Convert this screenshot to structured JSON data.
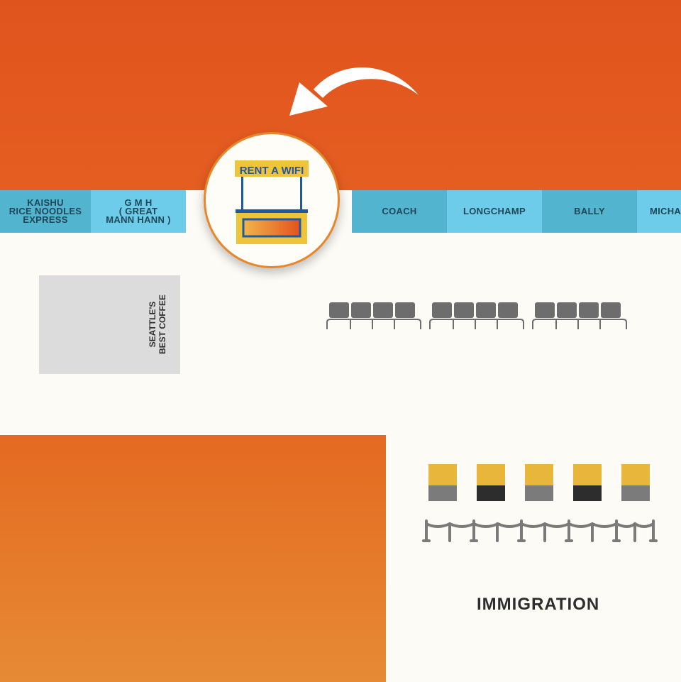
{
  "map": {
    "stores": [
      {
        "name": "KAISHU\nRICE NOODLES\nEXPRESS"
      },
      {
        "name": "G M H\n( GREAT\nMANN HANN )"
      },
      {
        "name": "COACH"
      },
      {
        "name": "LONGCHAMP"
      },
      {
        "name": "BALLY"
      },
      {
        "name": "MICHA"
      }
    ],
    "wifi_booth": {
      "label": "RENT A WIFI"
    },
    "coffee_shop": {
      "label": "SEATTLE'S\nBEST COFFEE"
    },
    "immigration": {
      "label": "IMMIGRATION"
    },
    "seating_groups": 3,
    "counters": 5
  },
  "colors": {
    "orange_top": "#e0531d",
    "orange_block": "#e46a21",
    "store_dark": "#52b4cf",
    "store_light": "#6ccce9",
    "booth_yellow": "#f0c43a",
    "booth_blue": "#1f5aa0",
    "seat_gray": "#6d6d6d",
    "counter_yellow": "#e8b63a",
    "counter_dark": "#2d2d2d"
  },
  "icons": [
    "curved-arrow-icon",
    "wifi-kiosk-icon",
    "seat-row-icon",
    "counter-icon",
    "queue-barrier-icon"
  ]
}
